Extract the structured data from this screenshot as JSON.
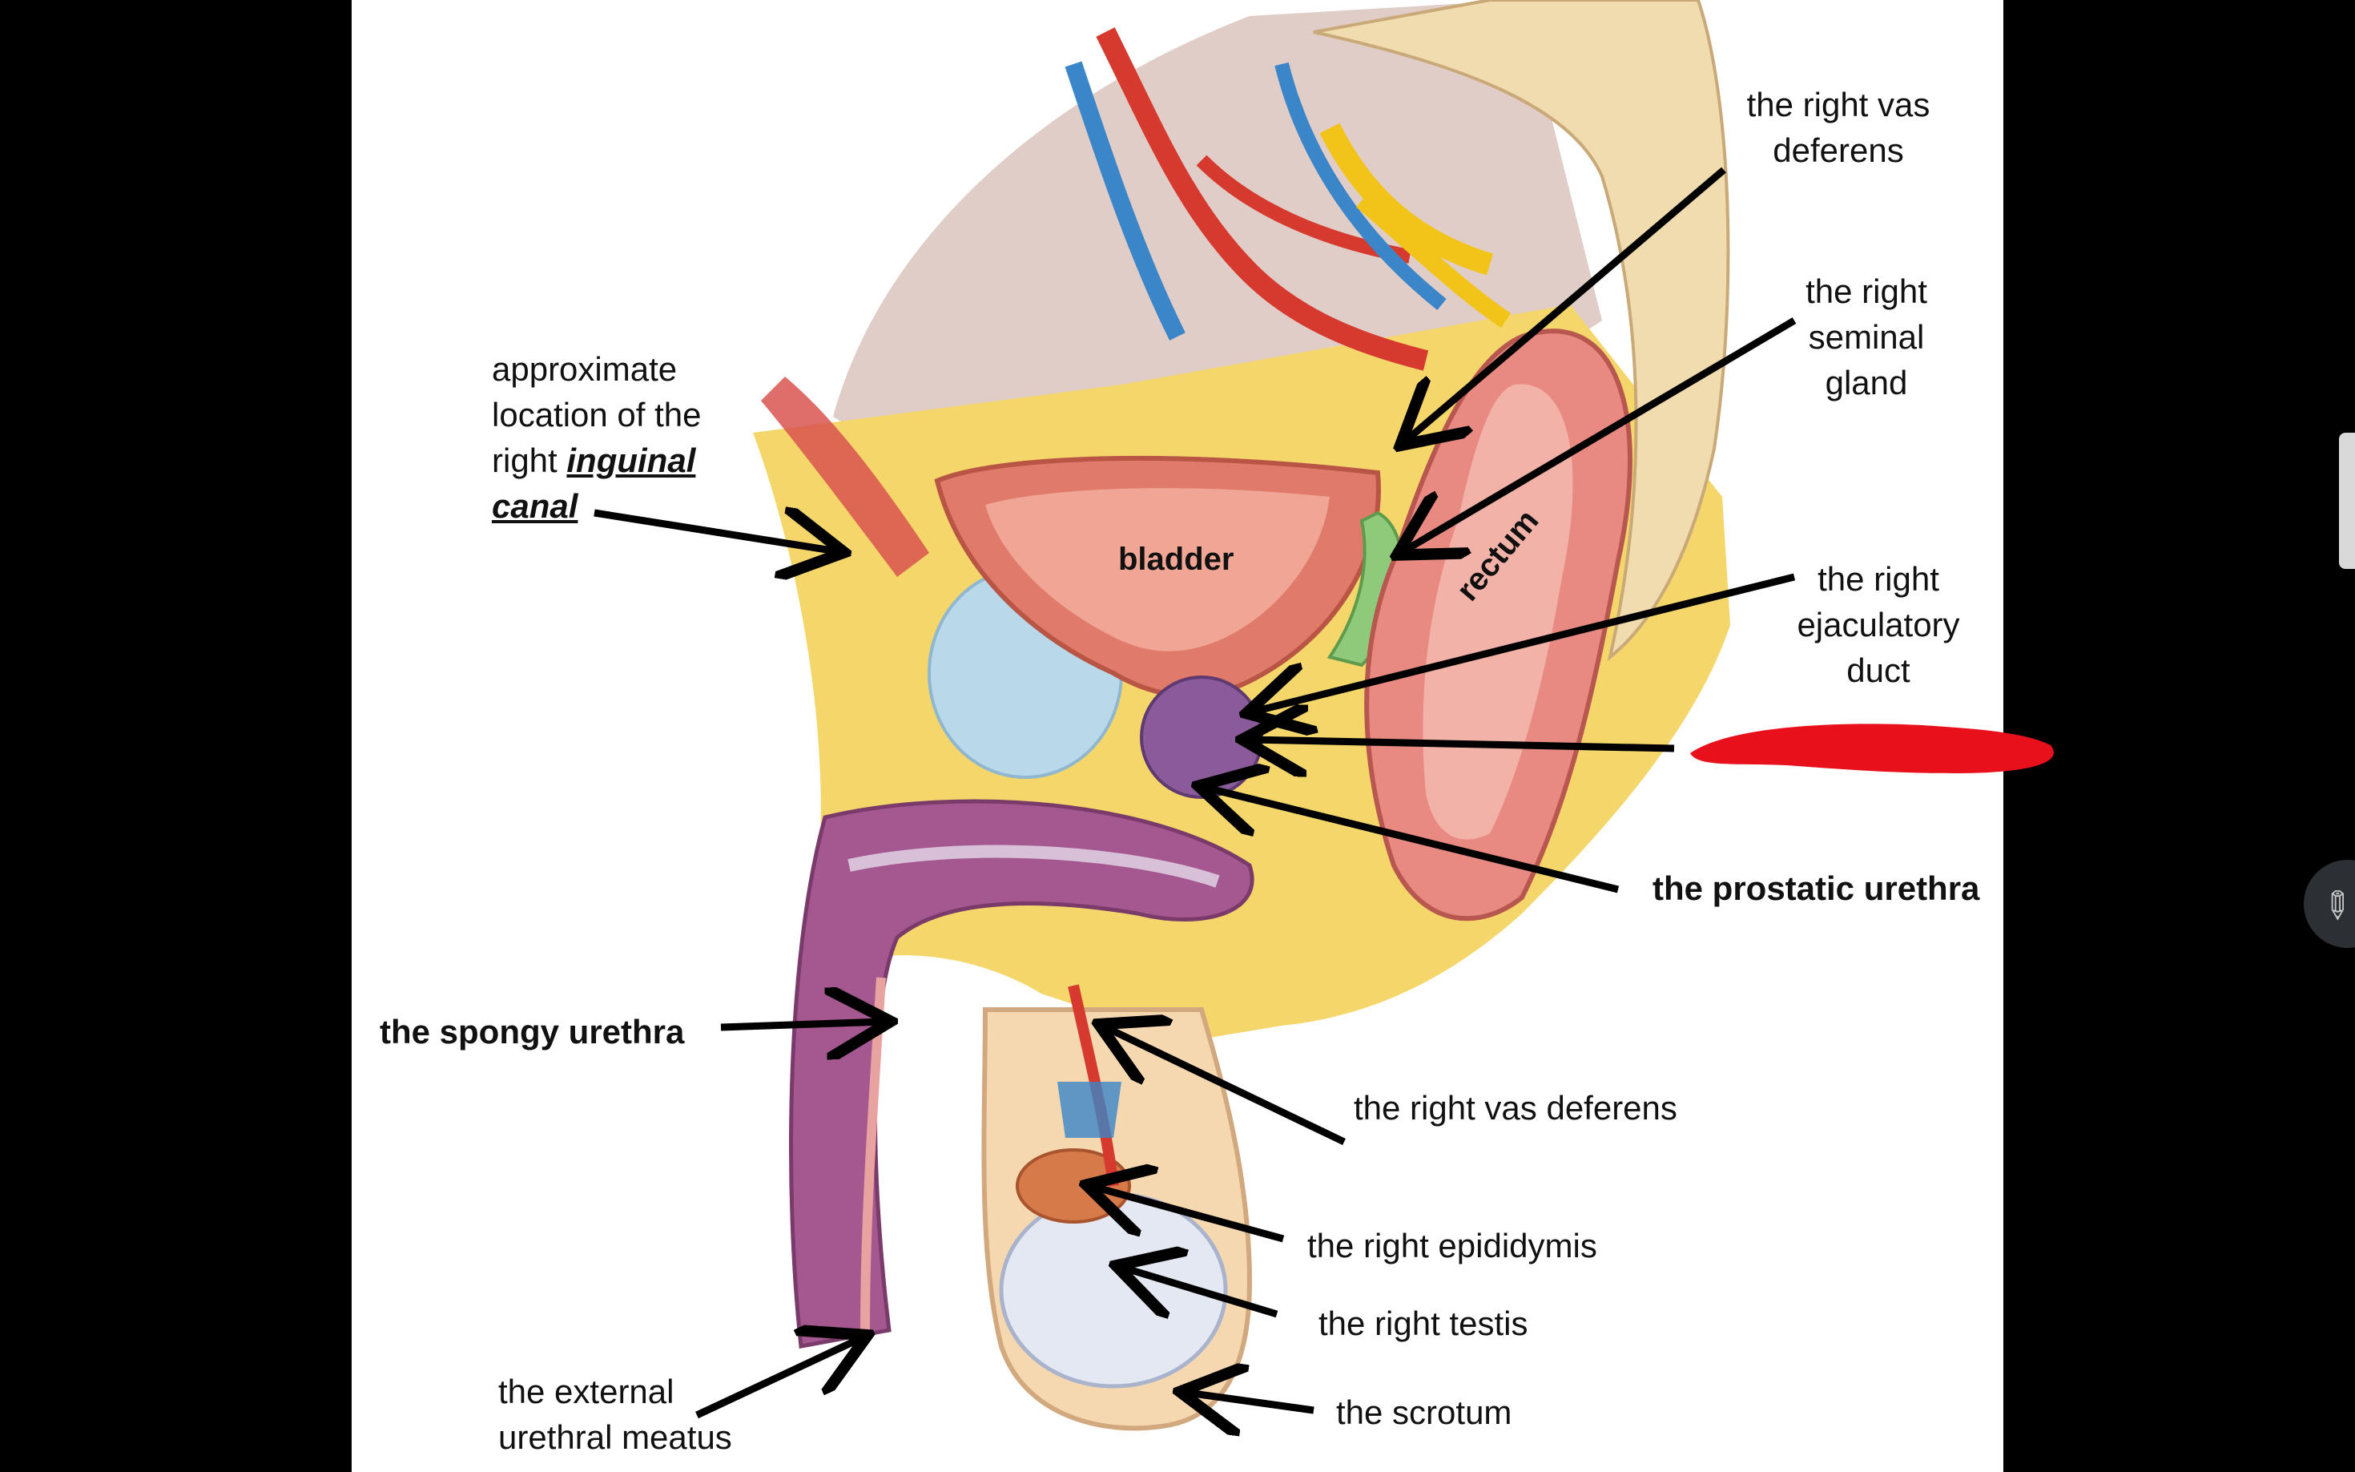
{
  "labels": {
    "inguinal_prefix": "approximate location of the right",
    "inguinal_canal": "inguinal canal",
    "vas_deferens_top": "the right vas deferens",
    "seminal_gland": "the right seminal gland",
    "ejaculatory_duct": "the right ejaculatory duct",
    "prostatic_urethra": "the prostatic urethra",
    "spongy_urethra": "the spongy urethra",
    "vas_deferens_bottom": "the right vas deferens",
    "epididymis": "the right epididymis",
    "testis": "the right testis",
    "scrotum": "the scrotum",
    "external_meatus": "the external urethral meatus",
    "bladder": "bladder",
    "rectum": "rectum"
  },
  "colors": {
    "redaction": "#e8101a",
    "fat": "#f4d66a",
    "muscle": "#d9534f",
    "artery": "#d63a2f",
    "vein": "#3b86c8",
    "nerve": "#f2c318",
    "prostate": "#8a5a9a",
    "seminal_gland": "#8fc97a",
    "penis_tissue": "#a4588f",
    "bone": "#f0dcae"
  },
  "icons": {
    "annotation_pen": "pencil-icon"
  }
}
